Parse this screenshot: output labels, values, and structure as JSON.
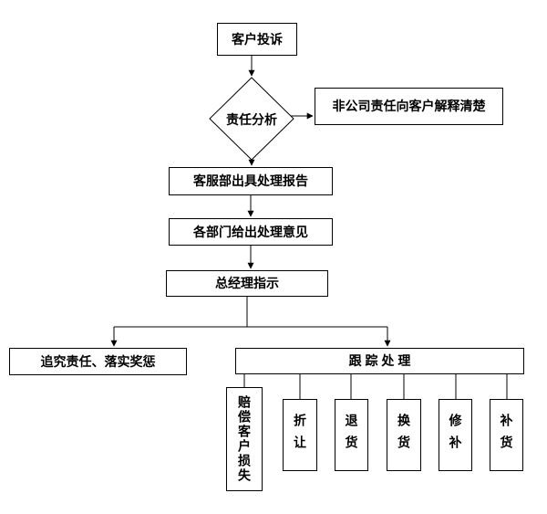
{
  "flowchart": {
    "nodes": {
      "start": "客户投诉",
      "decision": "责任分析",
      "external_note": "非公司责任向客户解释清楚",
      "report": "客服部出具处理报告",
      "opinions": "各部门给出处理意见",
      "gm_instruction": "总经理指示",
      "accountability": "追究责任、落实奖惩",
      "follow_up": "跟 踪 处 理",
      "sub_actions": [
        "赔偿客户损失",
        "折让",
        "退货",
        "换货",
        "修补",
        "补货"
      ]
    }
  }
}
